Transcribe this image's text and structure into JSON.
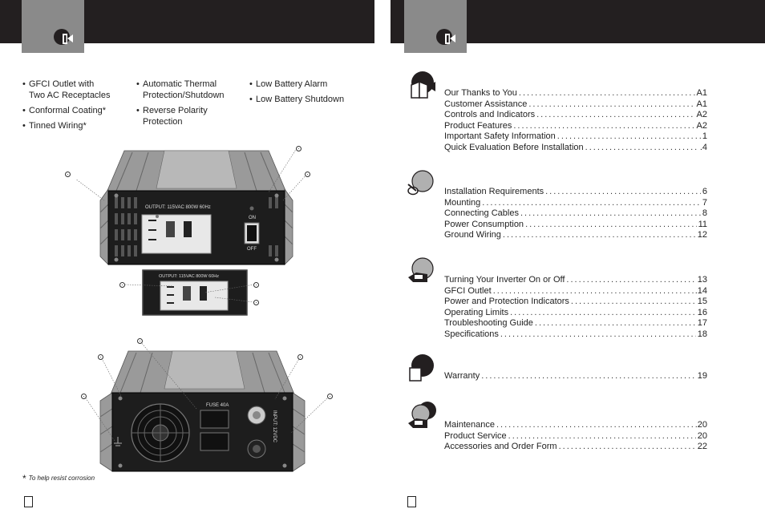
{
  "features": {
    "col1": [
      {
        "label": "GFCI Outlet with",
        "label2": "Two AC Receptacles"
      },
      {
        "label": "Conformal Coating*"
      },
      {
        "label": "Tinned Wiring*"
      }
    ],
    "col2": [
      {
        "label": "Automatic Thermal",
        "label2": "Protection/Shutdown"
      },
      {
        "label": "Reverse Polarity",
        "label2": "Protection"
      }
    ],
    "col3": [
      {
        "label": "Low Battery Alarm"
      },
      {
        "label": "Low Battery Shutdown"
      }
    ]
  },
  "front_panel": {
    "output_label": "OUTPUT: 115VAC  800W  60Hz",
    "on_label": "ON",
    "off_label": "OFF"
  },
  "inset": {
    "output_label": "OUTPUT: 115VAC  800W  60Hz"
  },
  "rear_panel": {
    "fuse_label": "FUSE 40A",
    "input_label": "INPUT: 12VDC"
  },
  "footnote": {
    "star": "*",
    "text": "To help resist corrosion"
  },
  "toc": {
    "group1": [
      {
        "title": "Our Thanks to You",
        "page": "A1"
      },
      {
        "title": "Customer Assistance",
        "page": "A1"
      },
      {
        "title": "Controls and Indicators",
        "page": "A2"
      },
      {
        "title": "Product Features",
        "page": "A2"
      },
      {
        "title": "Important Safety Information",
        "page": "1"
      },
      {
        "title": "Quick Evaluation Before Installation",
        "page": ".4"
      }
    ],
    "group2": [
      {
        "title": "Installation Requirements",
        "page": "6"
      },
      {
        "title": "Mounting",
        "page": "7"
      },
      {
        "title": "Connecting Cables",
        "page": "8"
      },
      {
        "title": "Power Consumption",
        "page": "11"
      },
      {
        "title": "Ground Wiring",
        "page": "12"
      }
    ],
    "group3": [
      {
        "title": "Turning Your Inverter On or Off",
        "page": "13"
      },
      {
        "title": "GFCI Outlet",
        "page": ".14"
      },
      {
        "title": "Power and Protection Indicators",
        "page": "15"
      },
      {
        "title": "Operating Limits",
        "page": "16"
      },
      {
        "title": "Troubleshooting Guide",
        "page": "17"
      },
      {
        "title": "Specifications",
        "page": "18"
      }
    ],
    "group4": [
      {
        "title": "Warranty",
        "page": "19"
      }
    ],
    "group5": [
      {
        "title": "Maintenance",
        "page": ".20"
      },
      {
        "title": "Product Service",
        "page": "20"
      },
      {
        "title": "Accessories and Order Form",
        "page": "22"
      }
    ]
  }
}
